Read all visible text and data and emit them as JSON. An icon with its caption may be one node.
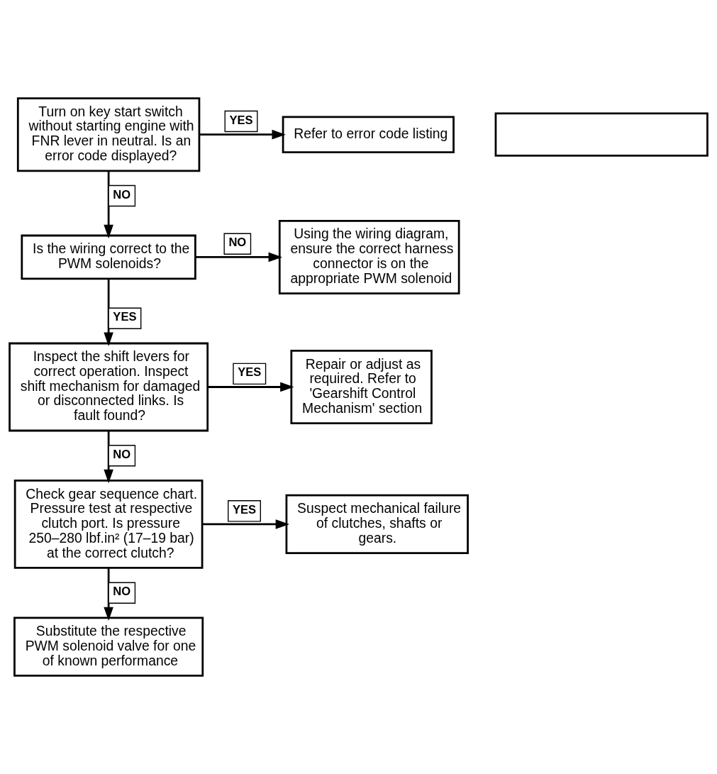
{
  "diagram": {
    "nodes": [
      {
        "text": [
          "Turn on key start switch without starting engine with FNR lever in neutral. Is an error code displayed?"
        ]
      },
      {
        "text": [
          "Refer to error code listing"
        ]
      },
      {
        "text": [
          "Is the wiring correct to the PWM solenoids?"
        ]
      },
      {
        "text": [
          "Using the wiring diagram, ensure the correct harness connector is on the appropriate PWM solenoid"
        ]
      },
      {
        "text": [
          "Inspect the shift levers for correct operation. Inspect shift mechanism for damaged or disconnected links. Is fault found?"
        ]
      },
      {
        "text": [
          "Repair or adjust as required. Refer to 'Gearshift Control Mechanism' section"
        ]
      },
      {
        "text": [
          "Check gear sequence chart. Pressure test at respective clutch port. Is pressure 250–280 lbf.in² (17–19 bar) at the correct clutch?"
        ]
      },
      {
        "text": [
          "Suspect mechanical failure of clutches, shafts or gears."
        ]
      },
      {
        "text": [
          "Substitute the respective PWM solenoid valve for one of known performance"
        ]
      },
      {
        "text": [],
        "shape": "box"
      }
    ],
    "edges": [
      {
        "from": 0,
        "to": 1,
        "arrow": "to",
        "label": "YES"
      },
      {
        "from": 0,
        "to": 2,
        "arrow": "to",
        "label": "NO"
      },
      {
        "from": 2,
        "to": 3,
        "arrow": "to",
        "label": "NO"
      },
      {
        "from": 2,
        "to": 4,
        "arrow": "to",
        "label": "YES"
      },
      {
        "from": 4,
        "to": 5,
        "arrow": "to",
        "label": "YES"
      },
      {
        "from": 4,
        "to": 6,
        "arrow": "to",
        "label": "NO"
      },
      {
        "from": 6,
        "to": 7,
        "arrow": "to",
        "label": "YES"
      },
      {
        "from": 6,
        "to": 8,
        "arrow": "to",
        "label": "NO"
      }
    ]
  }
}
